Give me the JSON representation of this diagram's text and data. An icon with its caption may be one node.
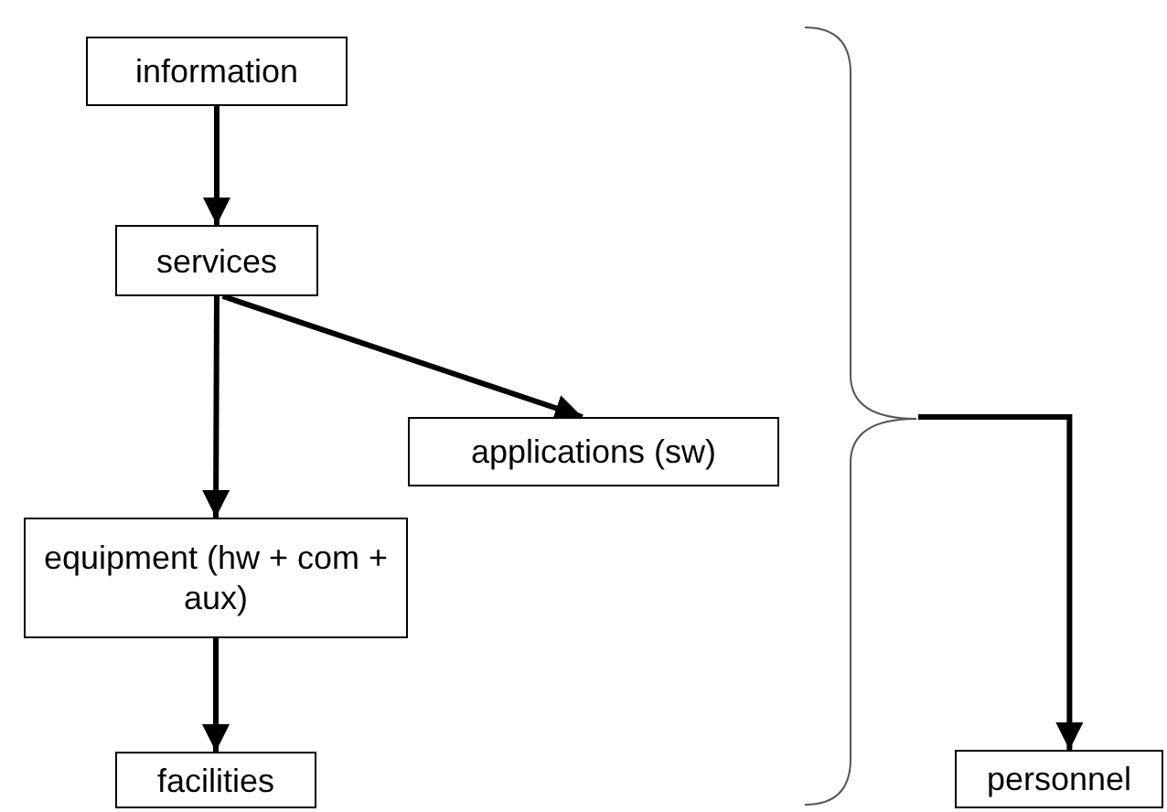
{
  "diagram": {
    "nodes": [
      {
        "text": [
          "information"
        ]
      },
      {
        "text": [
          "services"
        ]
      },
      {
        "text": [
          "applications (sw)"
        ]
      },
      {
        "text": [
          "equipment (hw + com + aux)"
        ]
      },
      {
        "text": [
          "facilities"
        ]
      },
      {
        "text": [],
        "shape": "bracket"
      },
      {
        "text": [
          "personnel"
        ]
      }
    ],
    "edges": [
      {
        "from": 0,
        "to": 1,
        "arrow": "to"
      },
      {
        "from": 1,
        "to": 2,
        "arrow": "to"
      },
      {
        "from": 1,
        "to": 3,
        "arrow": "to"
      },
      {
        "from": 3,
        "to": 4,
        "arrow": "to"
      },
      {
        "from": 5,
        "to": 6,
        "arrow": "to"
      }
    ]
  }
}
